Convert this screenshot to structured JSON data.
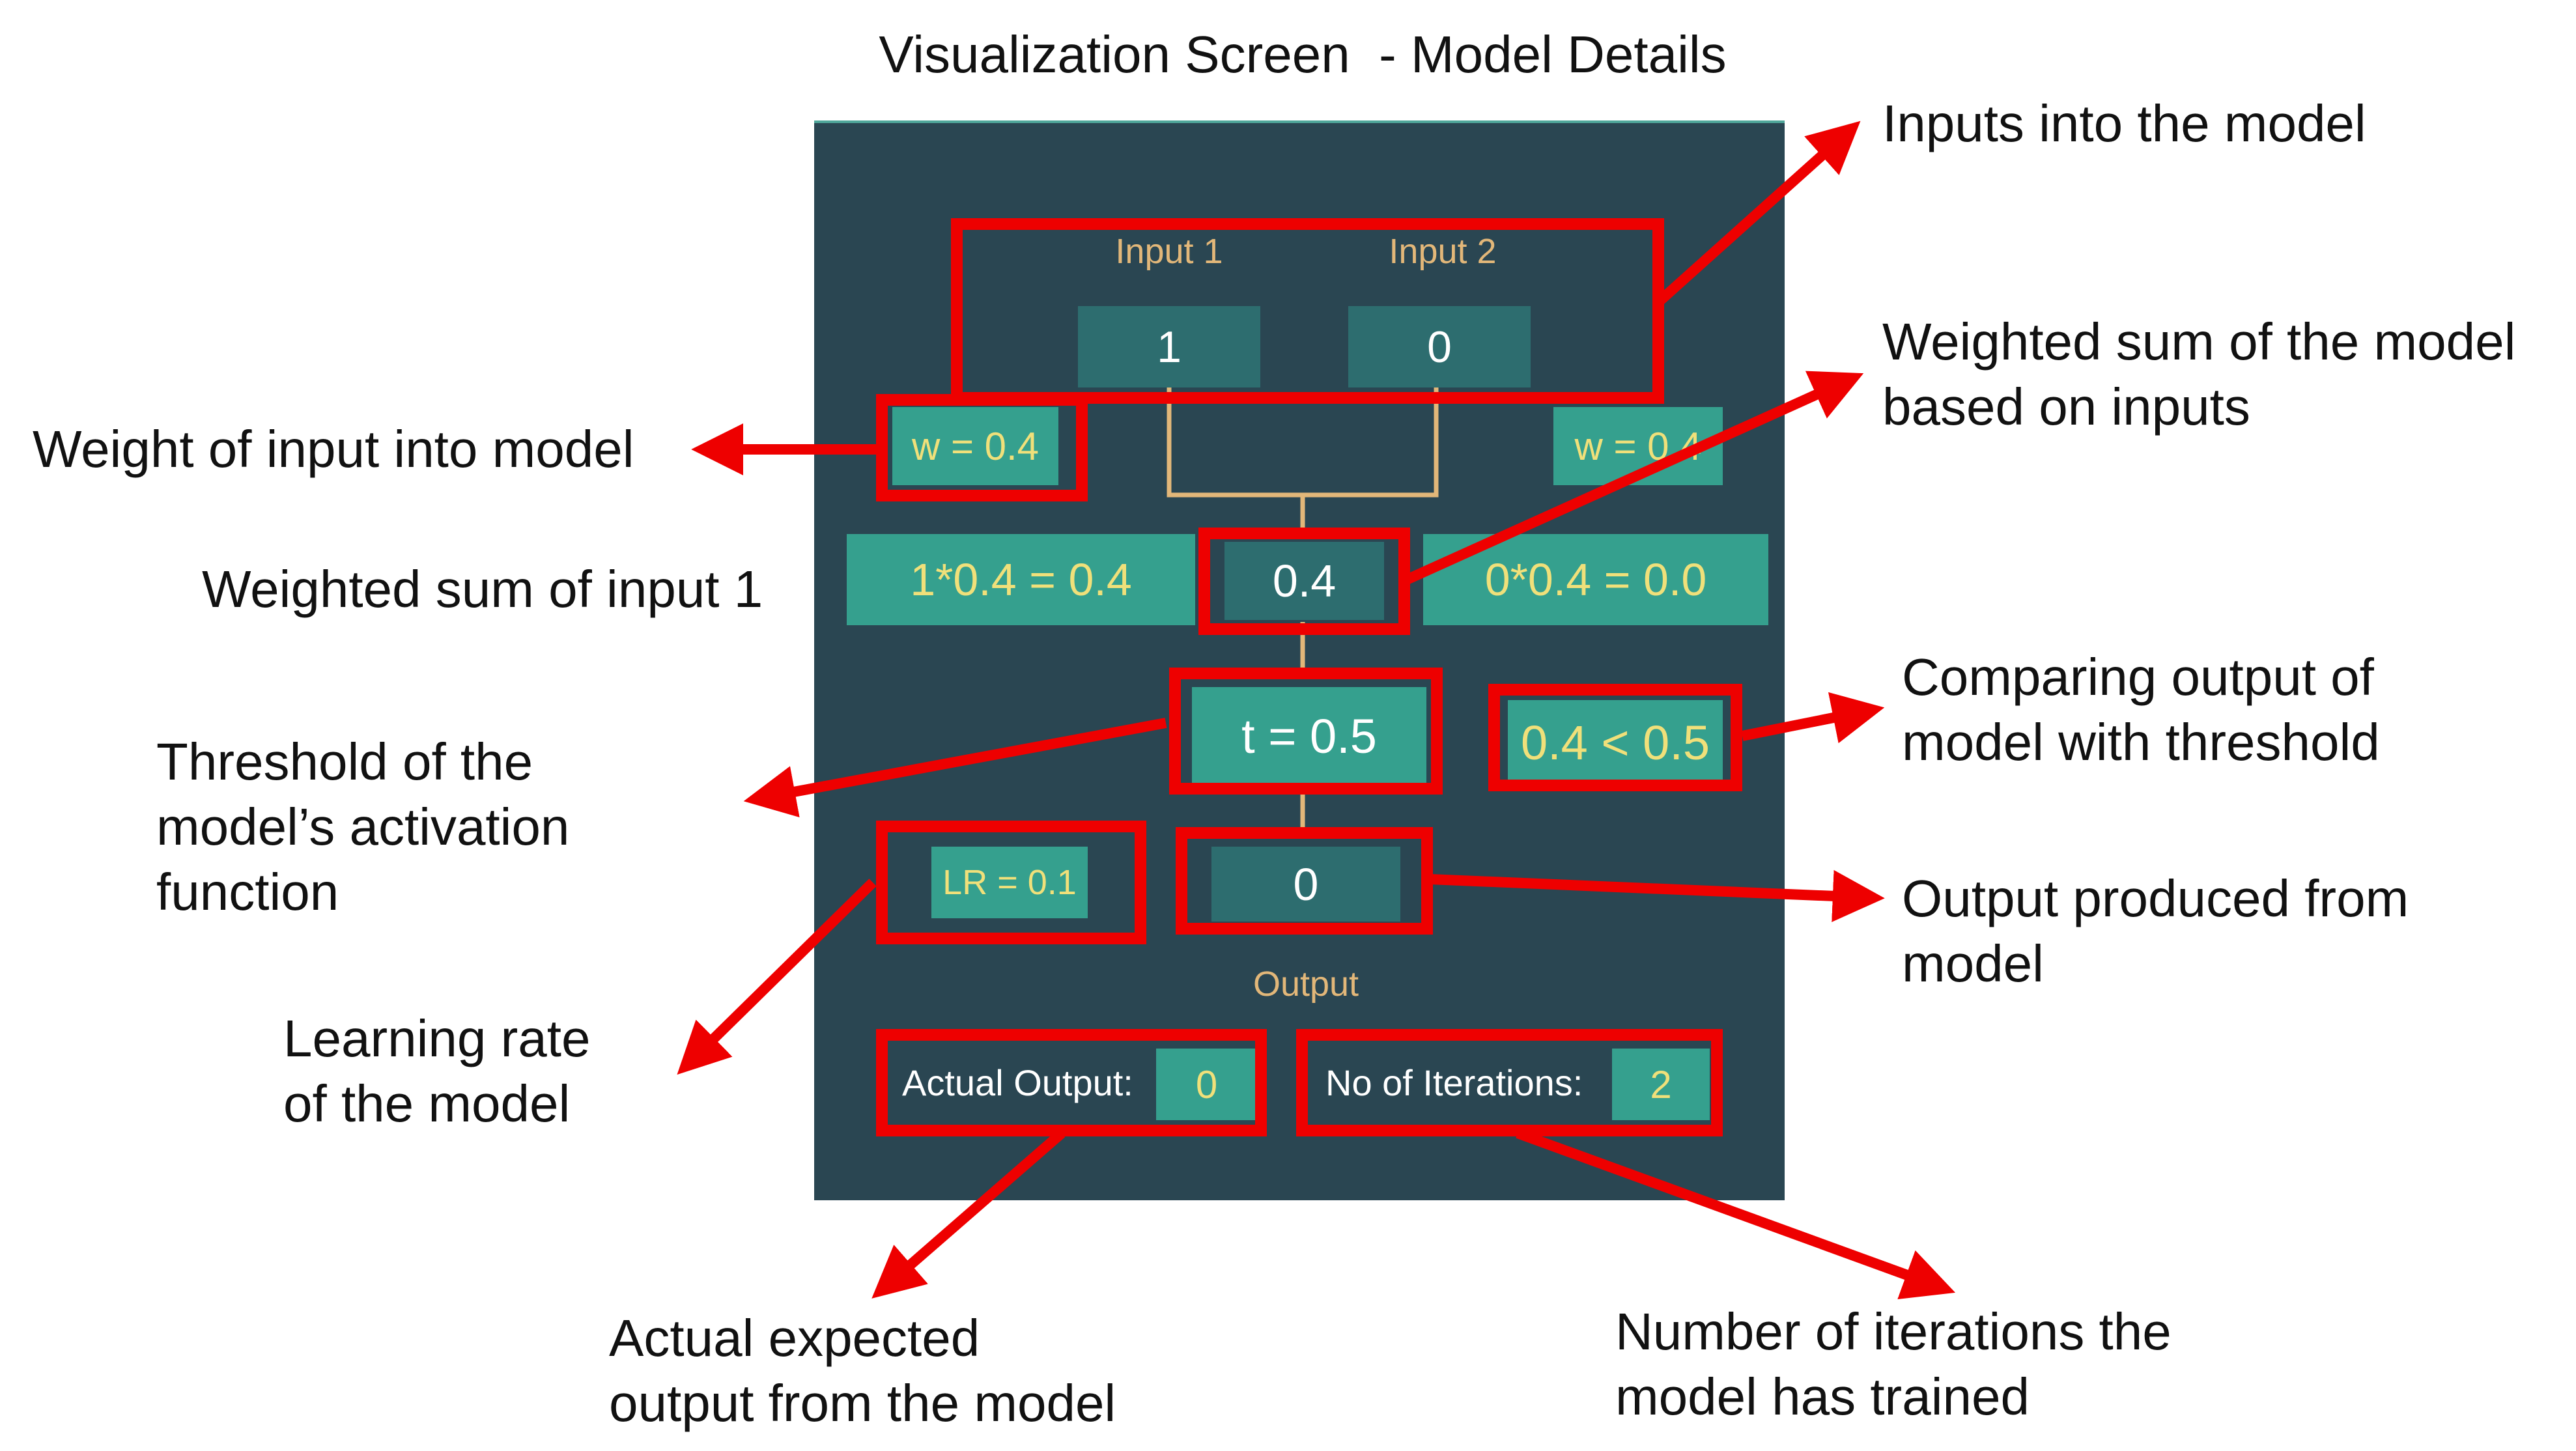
{
  "title": "Visualization Screen  - Model Details",
  "app": {
    "input1_label": "Input 1",
    "input2_label": "Input 2",
    "input1_value": "1",
    "input2_value": "0",
    "weight1": "w = 0.4",
    "weight2": "w = 0.4",
    "product1": "1*0.4 = 0.4",
    "sum": "0.4",
    "product2": "0*0.4 = 0.0",
    "threshold": "t = 0.5",
    "comparison": "0.4 < 0.5",
    "learning_rate": "LR = 0.1",
    "output_value": "0",
    "output_label": "Output",
    "actual_output_label": "Actual Output:",
    "actual_output_value": "0",
    "iterations_label": "No of Iterations:",
    "iterations_value": "2"
  },
  "annotations": {
    "inputs": "Inputs into the model",
    "weighted_sum_line1": "Weighted sum of the model",
    "weighted_sum_line2": "based on inputs",
    "weight": "Weight of input into model",
    "weighted_sum_input1": "Weighted sum of input 1",
    "threshold_line1": "Threshold of the",
    "threshold_line2": "model’s activation",
    "threshold_line3": "function",
    "comparing_line1": "Comparing output of",
    "comparing_line2": "model with threshold",
    "output_line1": "Output produced from",
    "output_line2": "model",
    "lr_line1": "Learning rate",
    "lr_line2": "of the model",
    "actual_line1": "Actual expected",
    "actual_line2": "output from the model",
    "iterations_line1": "Number of iterations the",
    "iterations_line2": "model has trained"
  },
  "colors": {
    "panel_background": "#2a4652",
    "dark_teal": "#2d6d6f",
    "light_teal": "#35a08e",
    "label_gold": "#e2b779",
    "highlight_red": "#ee0000"
  }
}
